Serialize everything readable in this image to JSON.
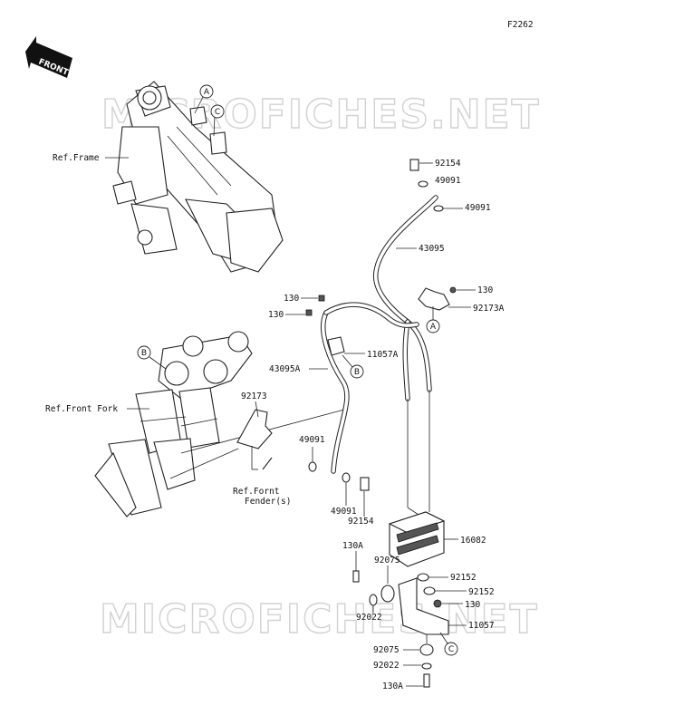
{
  "figure_code": "F2262",
  "front_label": "FRONT",
  "watermark": "MICROFICHES.NET",
  "references": {
    "frame": "Ref.Frame",
    "front_fork": "Ref.Front Fork",
    "front_fender_line1": "Ref.Fornt",
    "front_fender_line2": "Fender(s)"
  },
  "callouts": {
    "a": "A",
    "b": "B",
    "c": "C"
  },
  "parts": {
    "p92154_top": "92154",
    "p49091_top1": "49091",
    "p49091_top2": "49091",
    "p43095": "43095",
    "p130_right": "130",
    "p92173A": "92173A",
    "p130_left1": "130",
    "p130_left2": "130",
    "p11057A": "11057A",
    "p43095A": "43095A",
    "p92173": "92173",
    "p49091_mid": "49091",
    "p49091_low": "49091",
    "p92154_low": "92154",
    "p16082": "16082",
    "p130A_top": "130A",
    "p92075_top": "92075",
    "p92152_1": "92152",
    "p92152_2": "92152",
    "p130_low": "130",
    "p92022_top": "92022",
    "p11057": "11057",
    "p92075_low": "92075",
    "p92022_low": "92022",
    "p130A_low": "130A"
  }
}
